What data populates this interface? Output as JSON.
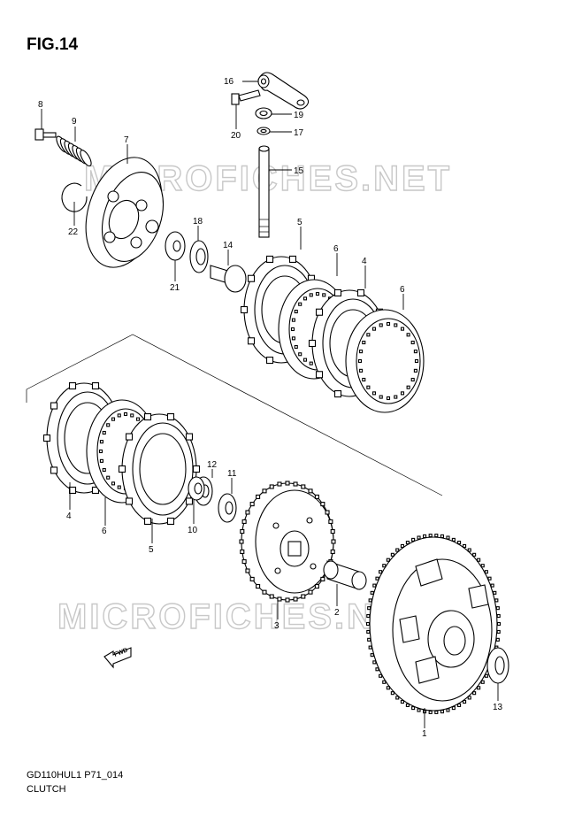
{
  "figure_title": "FIG.14",
  "footer": {
    "code": "GD110HUL1 P71_014",
    "caption": "CLUTCH"
  },
  "watermark": "MICROFICHES.NET",
  "direction_label": "FWD",
  "callouts": {
    "c1": "1",
    "c2": "2",
    "c3": "3",
    "c4a": "4",
    "c4b": "4",
    "c5a": "5",
    "c5b": "5",
    "c6a": "6",
    "c6b": "6",
    "c6c": "6",
    "c7": "7",
    "c8": "8",
    "c9": "9",
    "c10": "10",
    "c11": "11",
    "c12": "12",
    "c13": "13",
    "c14": "14",
    "c15": "15",
    "c16": "16",
    "c17": "17",
    "c18": "18",
    "c19": "19",
    "c20": "20",
    "c21": "21",
    "c22": "22"
  },
  "colors": {
    "line": "#000000",
    "watermark": "#c8c8c8",
    "background": "#ffffff"
  }
}
